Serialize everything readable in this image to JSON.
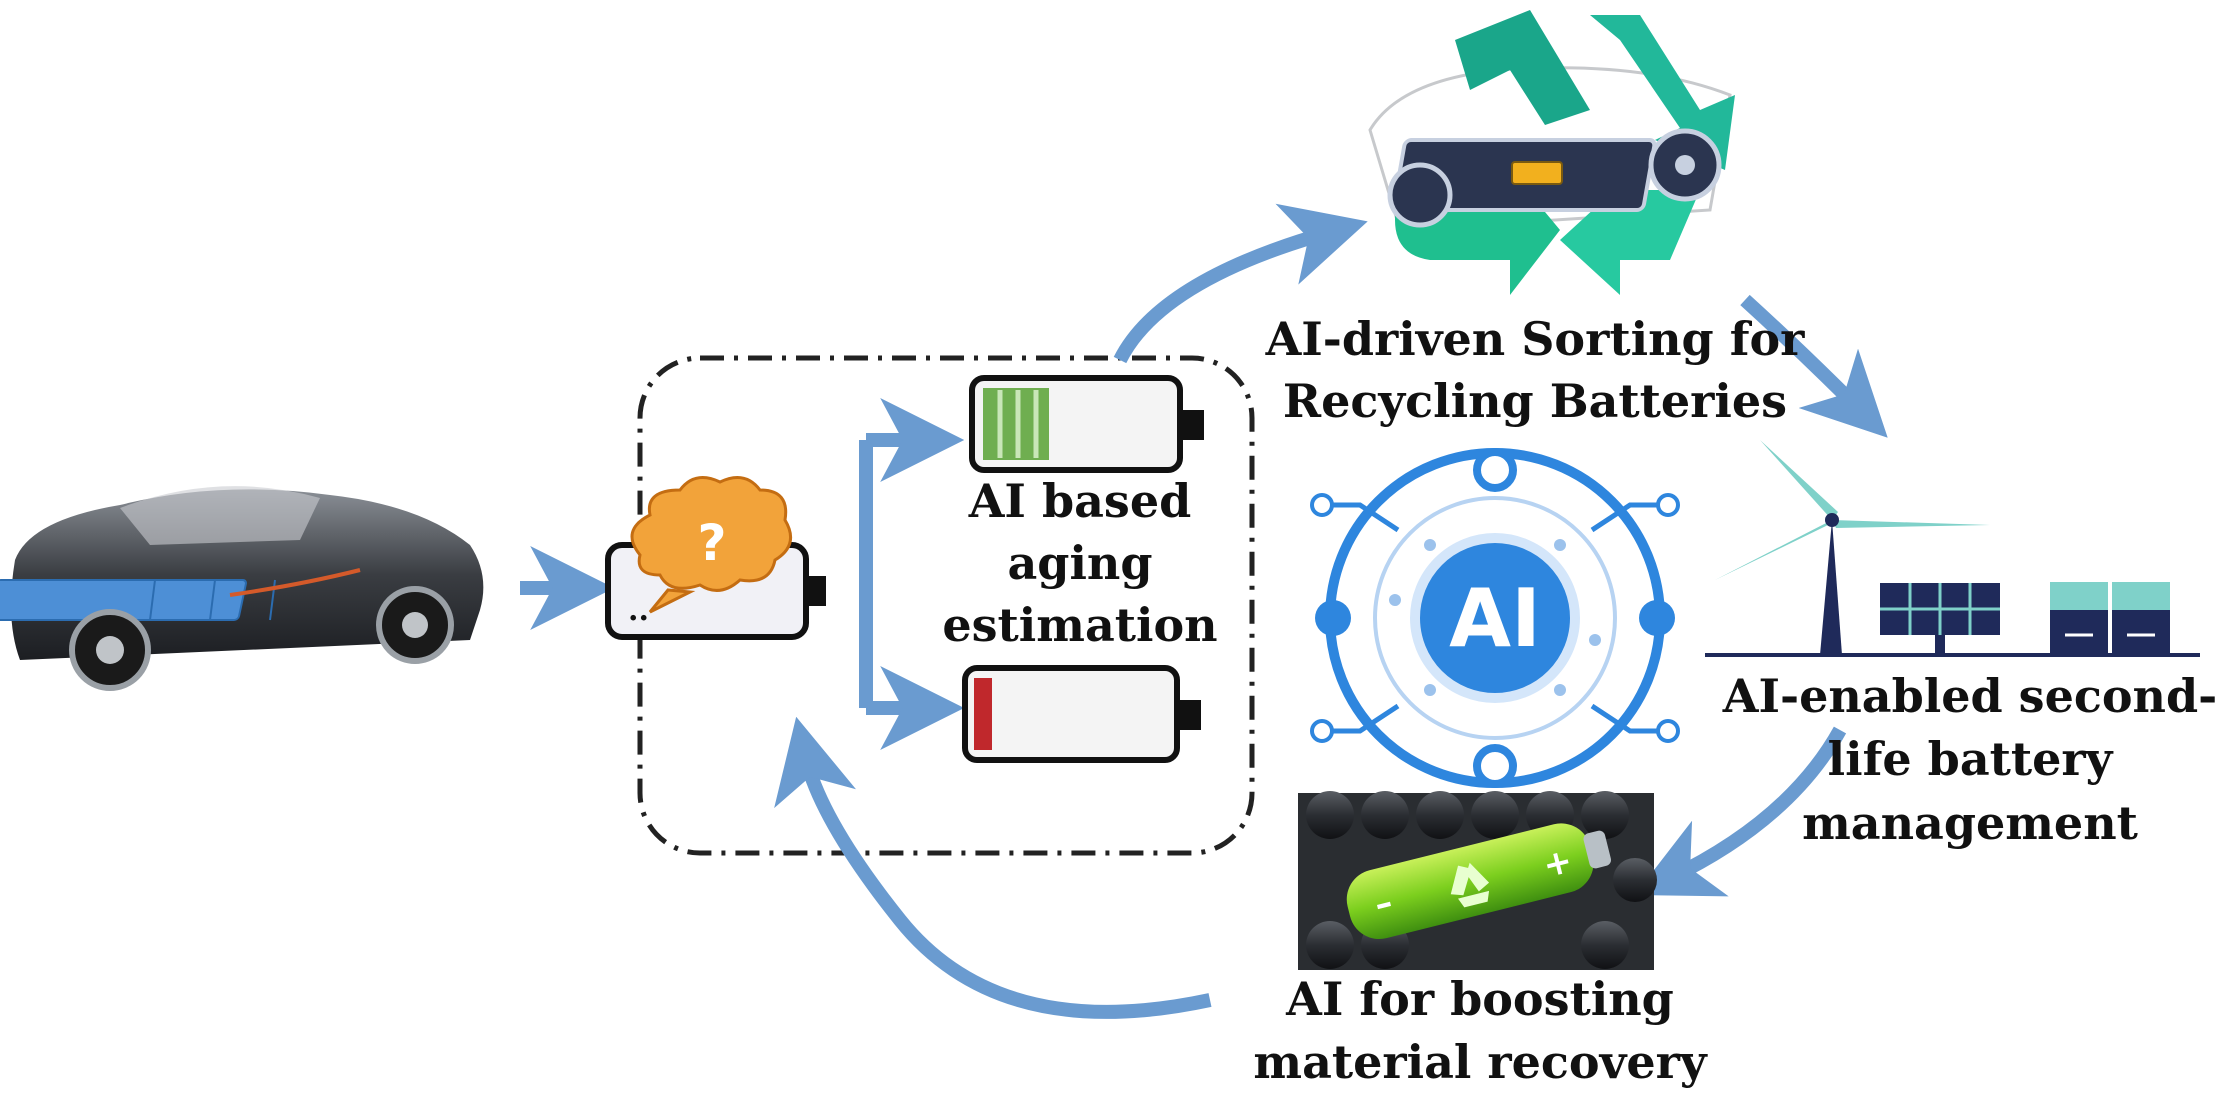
{
  "labels": {
    "aging": [
      "AI based",
      "aging",
      "estimation"
    ],
    "sorting": [
      "AI-driven Sorting for",
      "Recycling Batteries"
    ],
    "second_life": [
      "AI-enabled second-",
      "life battery",
      "management"
    ],
    "recovery": [
      "AI for boosting",
      "material recovery"
    ]
  },
  "icons": {
    "ai_hub_text": "AI",
    "question_mark": "?"
  },
  "colors": {
    "arrow": "#6a9bd0",
    "battery_green": "#6fae50",
    "battery_red": "#c0282c",
    "brain_orange": "#f2a33a",
    "ai_blue": "#2e86de",
    "recycle_green": "#1fbf8f",
    "navy": "#1f2a5a",
    "turbine_teal": "#7fd1c9"
  }
}
